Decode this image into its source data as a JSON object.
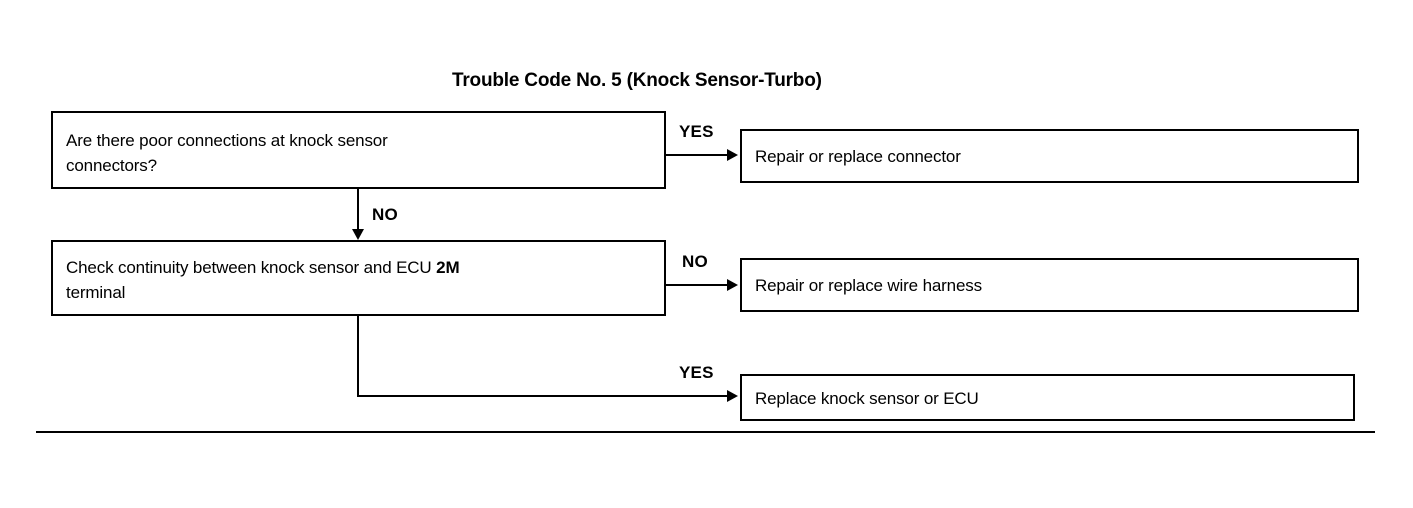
{
  "title": "Trouble Code No. 5 (Knock Sensor-Turbo)",
  "flowchart": {
    "type": "troubleshooting-flowchart",
    "nodes": [
      {
        "id": "q1",
        "kind": "question",
        "text_lines": [
          "Are there poor connections at knock sensor",
          "connectors?"
        ],
        "text": "Are there poor connections at knock sensor connectors?"
      },
      {
        "id": "q2",
        "kind": "question",
        "text_before_bold": "Check continuity between knock sensor and ECU ",
        "bold": "2M",
        "text_after_bold": "",
        "second_line": "terminal",
        "text": "Check continuity between knock sensor and ECU 2M terminal"
      },
      {
        "id": "r1",
        "kind": "action",
        "text": "Repair or replace connector"
      },
      {
        "id": "r2",
        "kind": "action",
        "text": "Repair or replace wire harness"
      },
      {
        "id": "r3",
        "kind": "action",
        "text": "Replace knock sensor or ECU"
      }
    ],
    "edges": [
      {
        "id": "e1",
        "from": "q1",
        "to": "r1",
        "label": "YES"
      },
      {
        "id": "e2",
        "from": "q1",
        "to": "q2",
        "label": "NO"
      },
      {
        "id": "e3",
        "from": "q2",
        "to": "r2",
        "label": "NO"
      },
      {
        "id": "e4",
        "from": "q2",
        "to": "r3",
        "label": "YES"
      }
    ]
  },
  "colors": {
    "ink": "#000000",
    "paper": "#ffffff"
  }
}
